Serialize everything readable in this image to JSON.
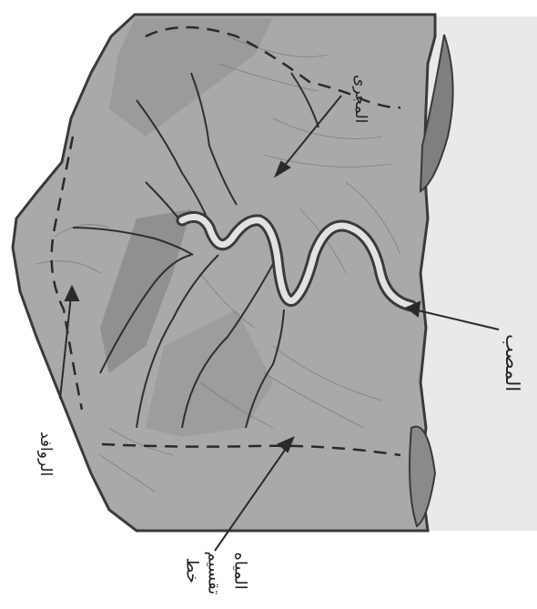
{
  "diagram": {
    "labels": {
      "course": "المجرى",
      "mouth": "المصب",
      "tributaries": "الروافد",
      "watershed_line_1": "خط",
      "watershed_line_2": "تقسيم",
      "watershed_line_3": "المياه"
    },
    "colors": {
      "land": "#a9a9a9",
      "land_dark": "#8e8e8e",
      "sea": "#e6e6e6",
      "river": "#dcdcdc",
      "outline": "#3a3a3a"
    }
  }
}
